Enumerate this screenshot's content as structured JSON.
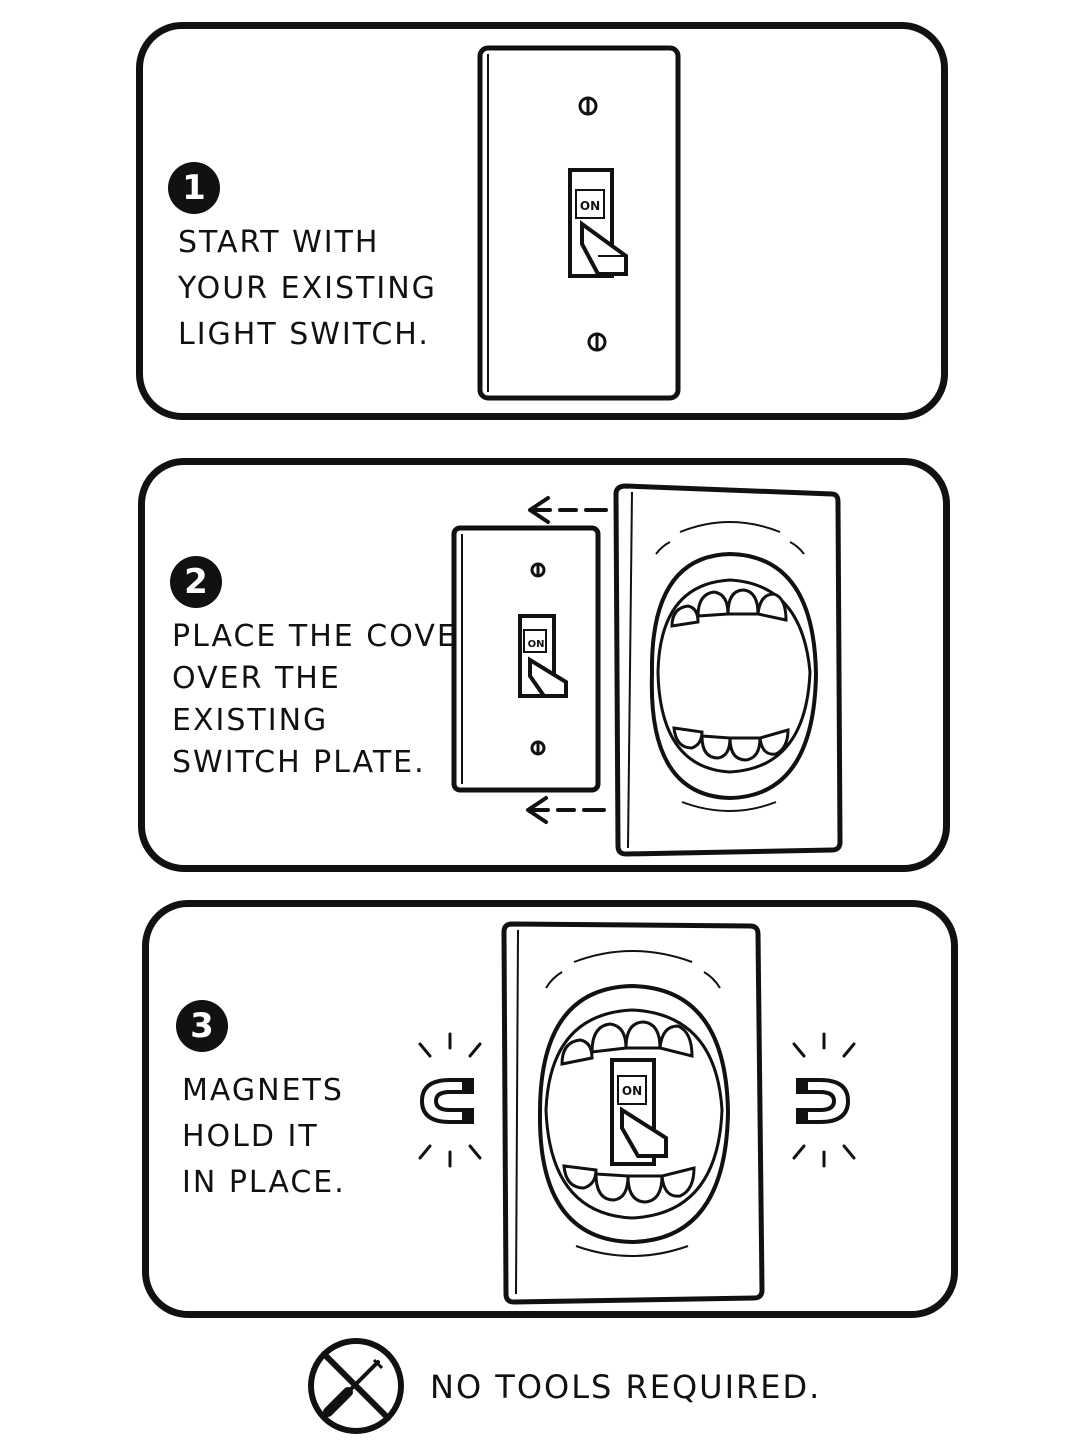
{
  "steps": [
    {
      "number": "1",
      "lines": [
        "START WITH",
        "YOUR EXISTING",
        "LIGHT SWITCH."
      ]
    },
    {
      "number": "2",
      "lines": [
        "PLACE THE COVER",
        "OVER THE",
        "EXISTING",
        "SWITCH PLATE."
      ]
    },
    {
      "number": "3",
      "lines": [
        "MAGNETS",
        "HOLD IT",
        "IN PLACE."
      ]
    }
  ],
  "switch_label": "ON",
  "footer": {
    "text": "NO TOOLS REQUIRED.",
    "icon": "no-screwdriver-icon"
  },
  "colors": {
    "ink": "#111111",
    "paper": "#ffffff"
  }
}
